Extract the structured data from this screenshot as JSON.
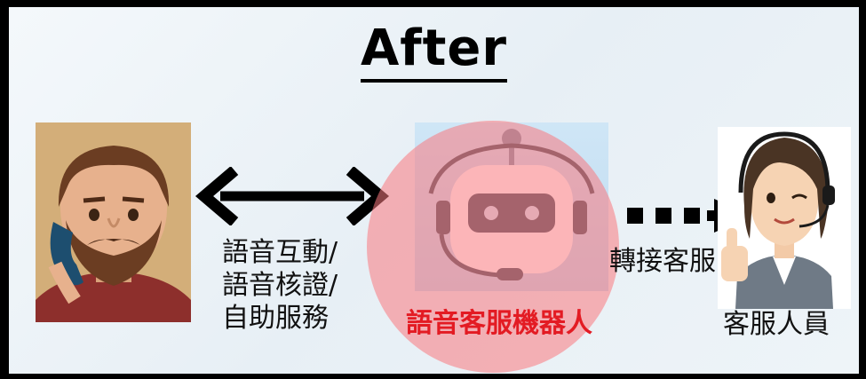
{
  "title": "After",
  "interaction_label": [
    "語音互動/",
    "語音核證/",
    "自助服務"
  ],
  "robot_label": "語音客服機器人",
  "transfer_label": "轉接客服",
  "agent_label": "客服人員",
  "colors": {
    "highlight": "#fa787d",
    "robot_text": "#e31b23",
    "arrow": "#000000"
  },
  "icons": [
    "caller-man-icon",
    "robot-head-icon",
    "customer-service-agent-icon"
  ]
}
